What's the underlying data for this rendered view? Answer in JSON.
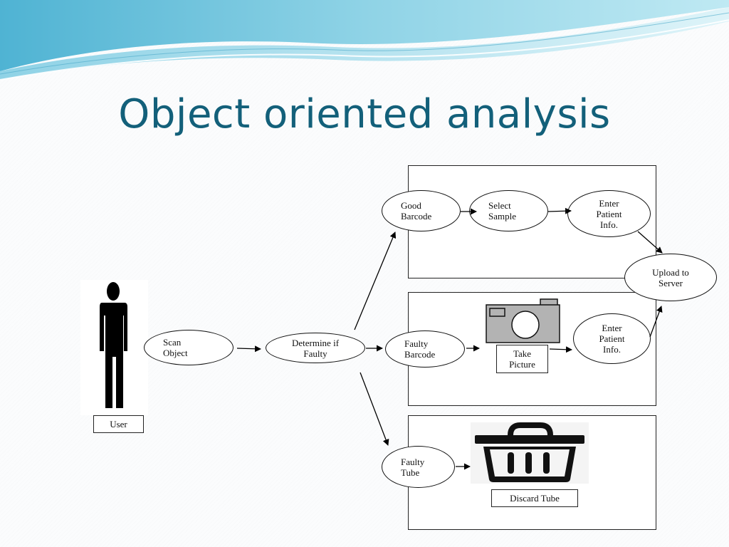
{
  "slide": {
    "title": "Object oriented analysis"
  },
  "actor": {
    "label": "User",
    "icon": "person-icon"
  },
  "nodes": {
    "scan_object": "Scan\nObject",
    "determine_if_faulty": "Determine if\nFaulty",
    "good_barcode": "Good\nBarcode",
    "select_sample": "Select\nSample",
    "enter_patient_info_top": "Enter\nPatient\nInfo.",
    "upload_to_server": "Upload to\nServer",
    "faulty_barcode": "Faulty\nBarcode",
    "take_picture": "Take\nPicture",
    "enter_patient_info_mid": "Enter\nPatient\nInfo.",
    "faulty_tube": "Faulty\nTube",
    "discard_tube": "Discard Tube"
  },
  "icons": {
    "camera": "camera-icon",
    "basket": "basket-icon"
  },
  "colors": {
    "title": "#13607a",
    "wave_dark": "#5ab7d4",
    "wave_light": "#a9e0ee",
    "camera_body": "#b3b3b3"
  }
}
